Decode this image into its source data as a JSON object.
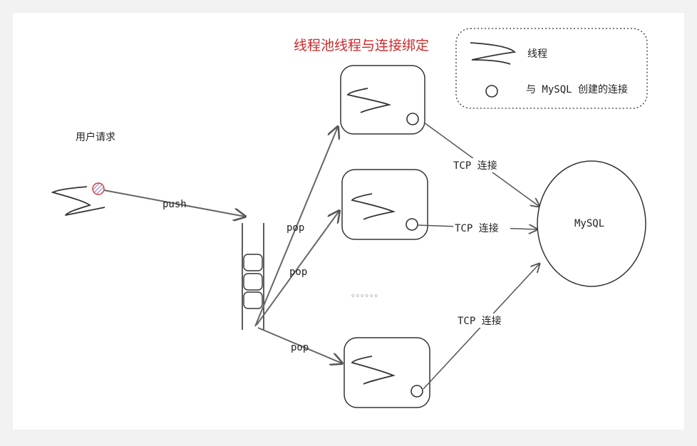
{
  "title": "线程池线程与连接绑定",
  "legend": {
    "thread_label": "线程",
    "connection_label": "与 MySQL 创建的连接"
  },
  "user_request_label": "用户请求",
  "push_label": "push",
  "pop_labels": [
    "pop",
    "pop",
    "pop"
  ],
  "ellipsis": "◦◦◦◦◦◦",
  "tcp_labels": [
    "TCP 连接",
    "TCP 连接",
    "TCP 连接"
  ],
  "mysql_label": "MySQL",
  "colors": {
    "title": "#cc2b2b",
    "stroke": "#3a3a3a",
    "request_dot": "#9b7cc4",
    "request_dot_border": "#d23a3a",
    "background": "#ffffff"
  },
  "icons": {
    "thread": "squiggle-thread-icon",
    "connection": "circle-connection-icon"
  }
}
